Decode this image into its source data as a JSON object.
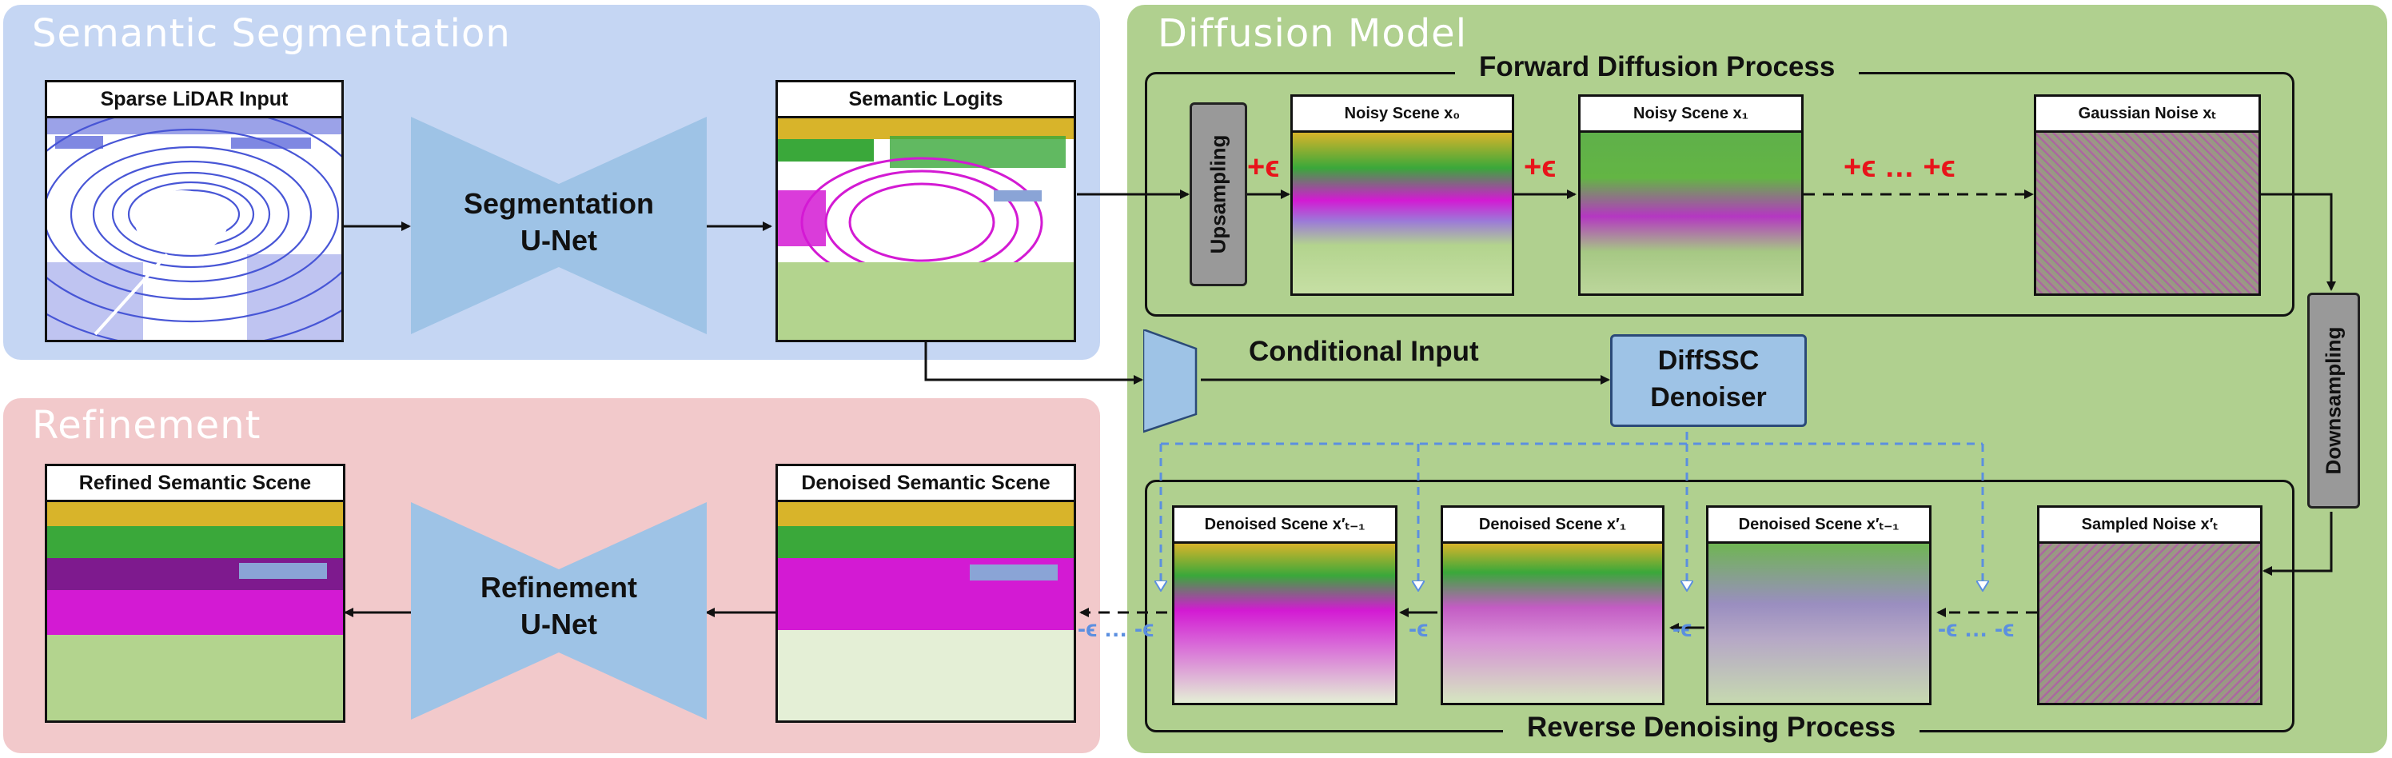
{
  "sections": {
    "semantic": "Semantic Segmentation",
    "diffusion": "Diffusion Model",
    "refinement": "Refinement"
  },
  "panels": {
    "lidar": "Sparse LiDAR Input",
    "logits": "Semantic Logits",
    "noisy0": "Noisy Scene x₀",
    "noisy1": "Noisy Scene x₁",
    "gaussian": "Gaussian Noise xₜ",
    "sampled": "Sampled Noise x′ₜ",
    "den_t1": "Denoised Scene x′ₜ₋₁",
    "den_1": "Denoised Scene x′₁",
    "den_final": "Denoised Scene x′ₜ₋₁",
    "denoised_sem": "Denoised Semantic Scene",
    "refined": "Refined Semantic Scene"
  },
  "nets": {
    "seg_unet": [
      "Segmentation",
      "U-Net"
    ],
    "ref_unet": [
      "Refinement",
      "U-Net"
    ]
  },
  "labels": {
    "forward": "Forward Diffusion Process",
    "reverse": "Reverse Denoising Process",
    "conditional": "Conditional Input",
    "denoiser": [
      "DiffSSC",
      "Denoiser"
    ],
    "upsampling": "Upsampling",
    "downsampling": "Downsampling"
  },
  "operators": {
    "plus_eps": "+ϵ",
    "plus_chain": "+ϵ … +ϵ",
    "minus_eps": "-ϵ",
    "minus_chain": "-ϵ … -ϵ"
  },
  "colors": {
    "semantic_bg": "#c5d6f3",
    "diffusion_bg": "#b0d08f",
    "refinement_bg": "#f2c9cb",
    "net_blue": "#9ec3e6",
    "lidar_blue": "#4856d6",
    "sem_magenta": "#d31ad3",
    "sem_green": "#3aa83a",
    "sem_yellow": "#d8b42a",
    "sem_purple": "#7e1a8e",
    "sem_ground": "#b3d48e",
    "plus_red": "#e8141a",
    "minus_blue": "#5b8fe0"
  }
}
